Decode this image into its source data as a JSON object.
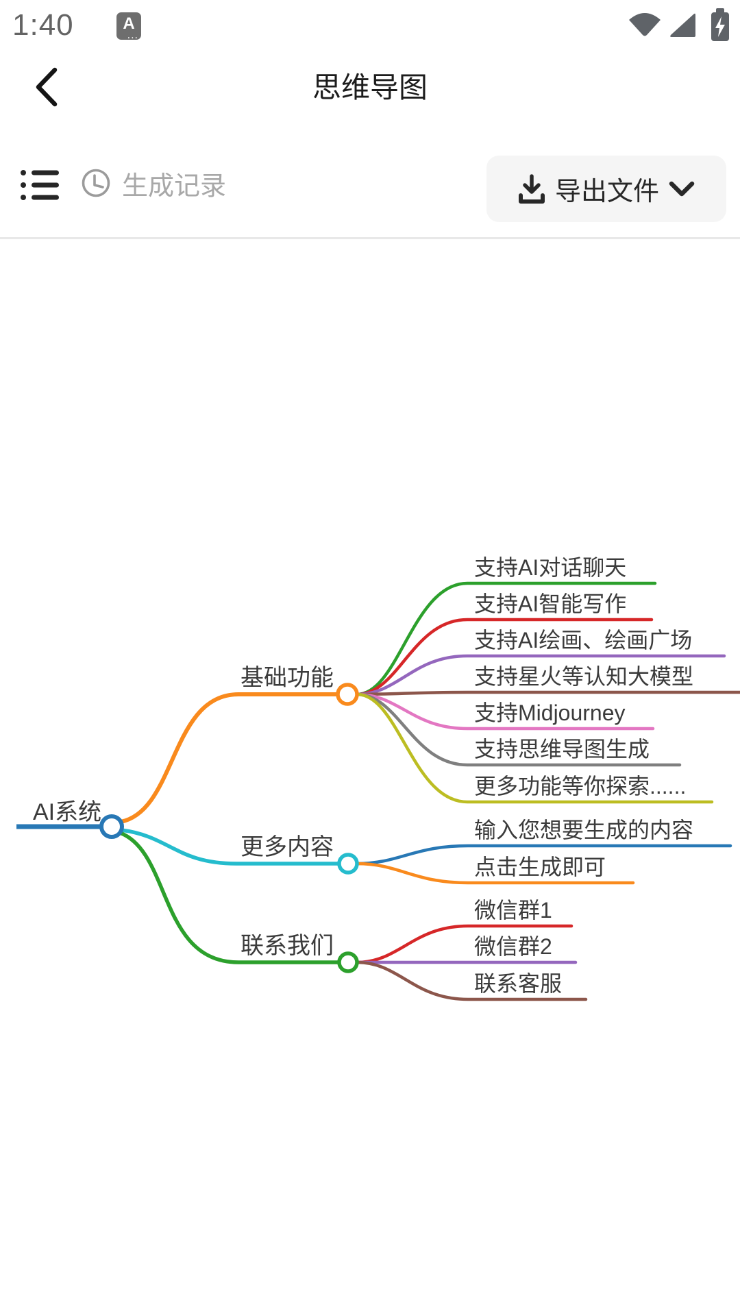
{
  "status_bar": {
    "time": "1:40",
    "app_badge_letter": "A",
    "app_badge_dots": "...",
    "icon_color": "#5f6368"
  },
  "header": {
    "title": "思维导图"
  },
  "toolbar": {
    "history_placeholder": "生成记录",
    "export_button": {
      "label": "导出文件"
    },
    "button_bg": "#f5f5f5"
  },
  "mindmap": {
    "text_color": "#3b3b3b",
    "root": {
      "label": "AI系统",
      "color": "#2878b5"
    },
    "branches": [
      {
        "label": "基础功能",
        "color": "#f98a1d",
        "children": [
          {
            "label": "支持AI对话聊天",
            "color": "#2ca02c"
          },
          {
            "label": "支持AI智能写作",
            "color": "#d62728"
          },
          {
            "label": "支持AI绘画、绘画广场",
            "color": "#9467bd"
          },
          {
            "label": "支持星火等认知大模型",
            "color": "#8c564b"
          },
          {
            "label": "支持Midjourney",
            "color": "#e377c2"
          },
          {
            "label": "支持思维导图生成",
            "color": "#7f7f7f"
          },
          {
            "label": "更多功能等你探索......",
            "color": "#bcbd22"
          }
        ]
      },
      {
        "label": "更多内容",
        "color": "#25bccd",
        "children": [
          {
            "label": "输入您想要生成的内容",
            "color": "#2878b5"
          },
          {
            "label": "点击生成即可",
            "color": "#f98a1d"
          }
        ]
      },
      {
        "label": "联系我们",
        "color": "#2ca02c",
        "children": [
          {
            "label": "微信群1",
            "color": "#d62728"
          },
          {
            "label": "微信群2",
            "color": "#9467bd"
          },
          {
            "label": "联系客服",
            "color": "#8c564b"
          }
        ]
      }
    ]
  }
}
